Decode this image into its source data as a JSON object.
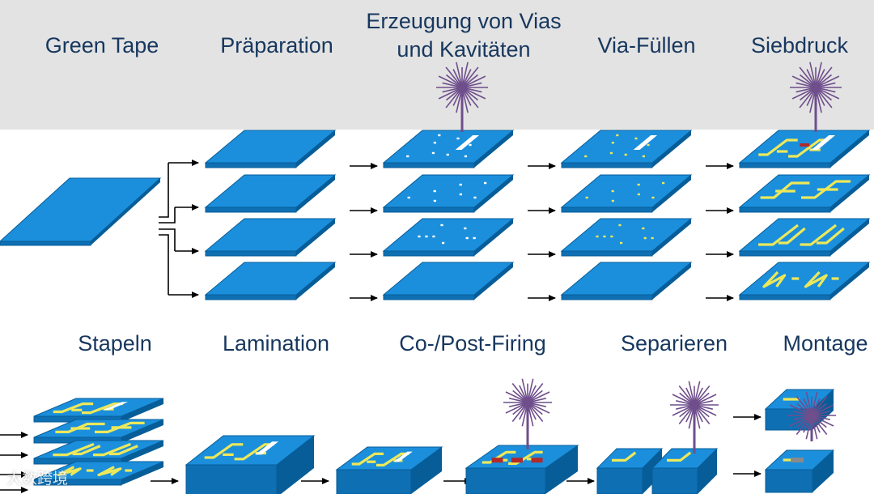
{
  "colors": {
    "band": "#e3e3e3",
    "label": "#17375e",
    "tape_top": "#1b8fdc",
    "tape_side": "#0f6fb3",
    "tape_edge": "#075d98",
    "via": "#ffffff",
    "via_filled": "#ede85a",
    "conductor": "#ede85a",
    "laser": "#6f4e8c",
    "resistor": "#b22a2a",
    "arrow": "#000000"
  },
  "top_row_steps": [
    {
      "label": "Green Tape"
    },
    {
      "label": "Präparation"
    },
    {
      "label_lines": [
        "Erzeugung von Vias",
        "und Kavitäten"
      ]
    },
    {
      "label": "Via-Füllen"
    },
    {
      "label": "Siebdruck"
    }
  ],
  "bottom_row_steps": [
    {
      "label": "Stapeln"
    },
    {
      "label": "Lamination"
    },
    {
      "label": "Co-/Post-Firing"
    },
    {
      "label": "Separieren"
    },
    {
      "label": "Montage"
    }
  ],
  "icons": {
    "laser": "laser-burst-icon"
  },
  "watermark": "大数跨境"
}
